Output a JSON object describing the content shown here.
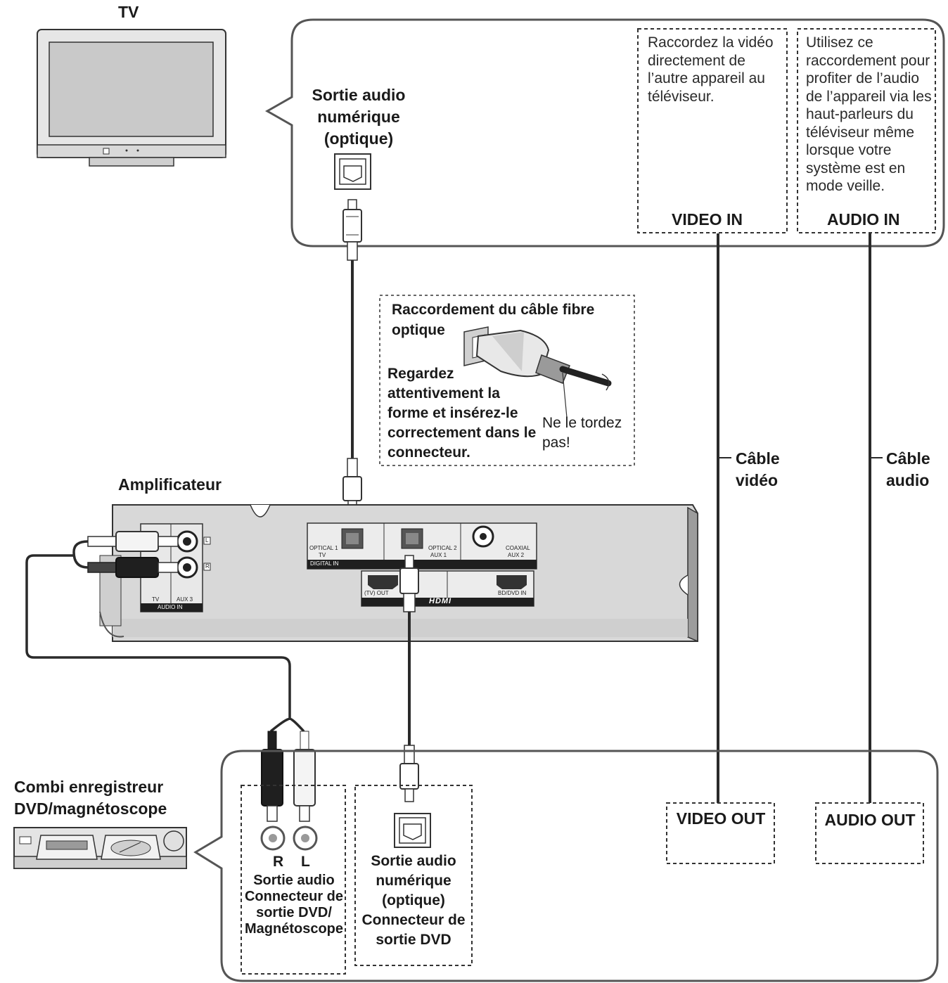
{
  "labels": {
    "tv": "TV",
    "tv_optical_out": "Sortie audio numérique (optique)",
    "note_video": "Raccordez la vidéo directement de l’autre appareil au téléviseur.",
    "note_audio": "Utilisez ce raccordement pour profiter de l’audio de l’appareil via les haut-parleurs du téléviseur même lorsque votre système est en mode veille.",
    "video_in": "VIDEO IN",
    "audio_in": "AUDIO IN",
    "fibre_title": "Raccordement du câble fibre optique",
    "fibre_tip": "Regardez attentivement la forme et insérez-le correctement dans le connecteur.",
    "fibre_warning": "Ne le tordez pas!",
    "amplifier": "Amplificateur",
    "video_cable": "Câble vidéo",
    "audio_cable": "Câble audio",
    "combi": "Combi enregistreur DVD/magnétoscope",
    "r": "R",
    "l": "L",
    "analog_out": "Sortie audio Connecteur de sortie DVD/ Magnétoscope",
    "digital_out": "Sortie audio numérique (optique) Connecteur de sortie DVD",
    "video_out": "VIDEO OUT",
    "audio_out": "AUDIO OUT"
  },
  "amp_panel": {
    "optical1": "OPTICAL 1",
    "tv": "TV",
    "optical2": "OPTICAL 2",
    "aux1": "AUX 1",
    "coaxial": "COAXIAL",
    "aux2": "AUX 2",
    "digital_in": "DIGITAL IN",
    "tv_out": "(TV) OUT",
    "bd_dvd_in": "BD/DVD IN",
    "hdmi": "HDMI",
    "audio_tv": "TV",
    "aux3": "AUX 3",
    "audio_in": "AUDIO IN",
    "l": "L",
    "r": "R"
  },
  "colors": {
    "line": "#2a2a2a",
    "panel_fill": "#d6d6d6",
    "panel_dark": "#1f1f1f",
    "screen": "#c9c9c9"
  },
  "icons": [
    "tv-icon",
    "optical-port-icon",
    "optical-plug-icon",
    "rca-plug-icon",
    "dvd-vcr-icon"
  ]
}
